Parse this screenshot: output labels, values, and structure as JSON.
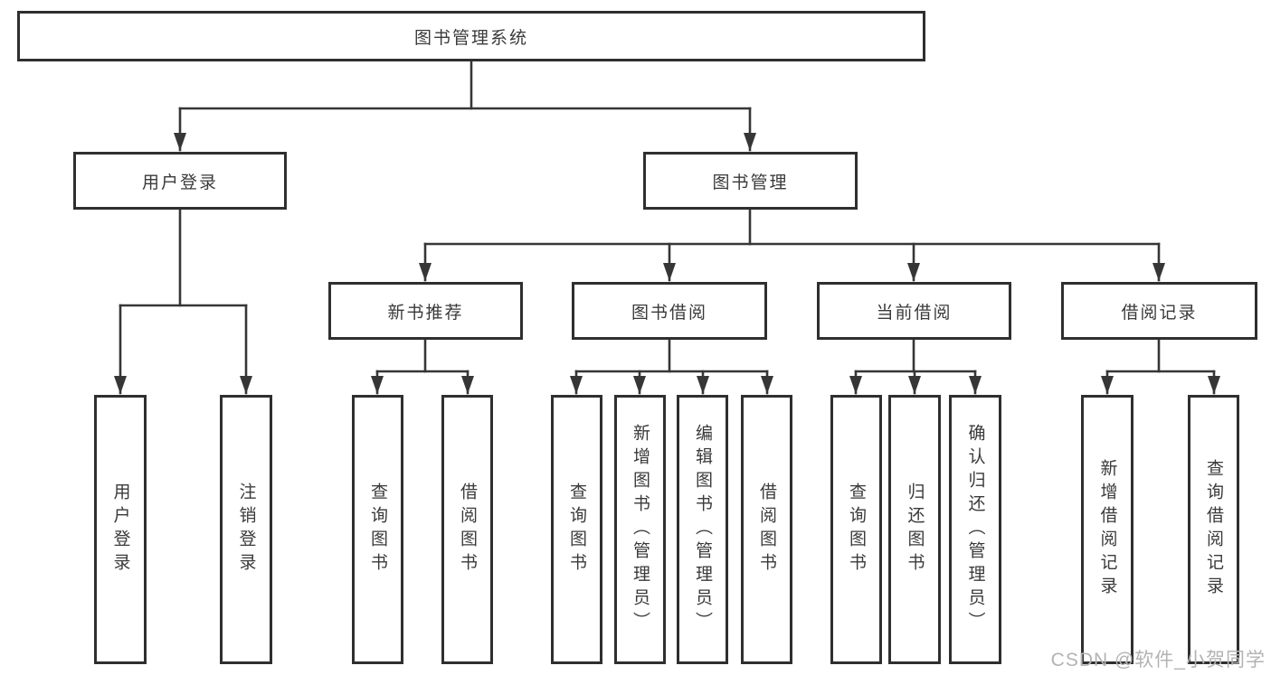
{
  "diagram": {
    "type": "hierarchy-tree",
    "colors": {
      "background": "#ffffff",
      "box_border": "#2f2f2f",
      "line": "#363636",
      "text": "#3a3a3a",
      "watermark": "#b3b3b3"
    }
  },
  "tree": {
    "label": "图书管理系统",
    "children": [
      {
        "label": "用户登录",
        "children": [
          {
            "label": "用户登录"
          },
          {
            "label": "注销登录"
          }
        ]
      },
      {
        "label": "图书管理",
        "children": [
          {
            "label": "新书推荐",
            "children": [
              {
                "label": "查询图书"
              },
              {
                "label": "借阅图书"
              }
            ]
          },
          {
            "label": "图书借阅",
            "children": [
              {
                "label": "查询图书"
              },
              {
                "label": "新增图书（管理员）"
              },
              {
                "label": "编辑图书（管理员）"
              },
              {
                "label": "借阅图书"
              }
            ]
          },
          {
            "label": "当前借阅",
            "children": [
              {
                "label": "查询图书"
              },
              {
                "label": "归还图书"
              },
              {
                "label": "确认归还（管理员）"
              }
            ]
          },
          {
            "label": "借阅记录",
            "children": [
              {
                "label": "新增借阅记录"
              },
              {
                "label": "查询借阅记录"
              }
            ]
          }
        ]
      }
    ]
  },
  "watermark": {
    "text": "CSDN @软件_小贺同学"
  }
}
